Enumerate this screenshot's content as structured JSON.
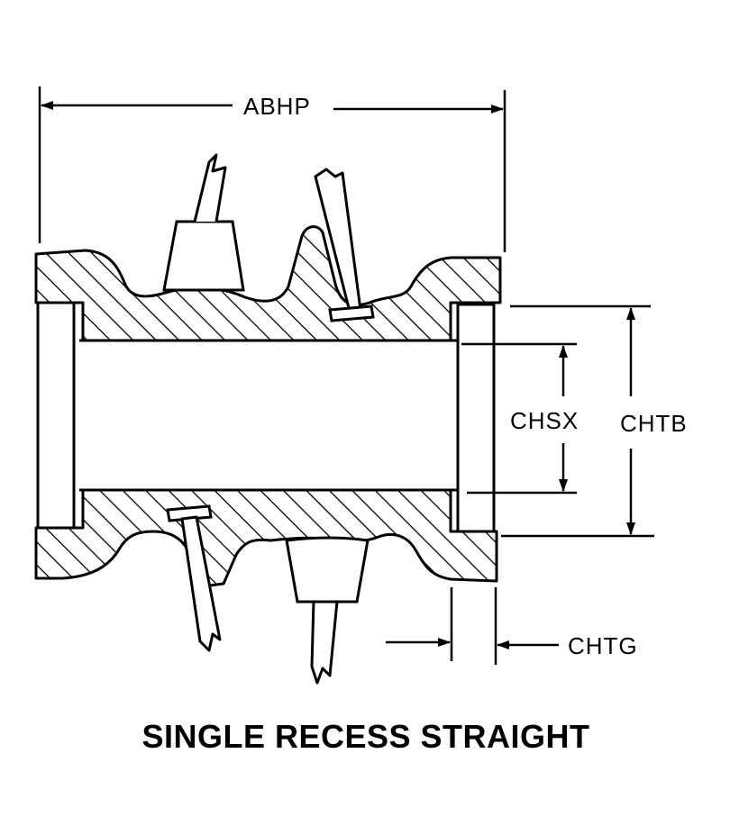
{
  "diagram": {
    "labels": {
      "abhp": "ABHP",
      "chsx": "CHSX",
      "chtb": "CHTB",
      "chtg": "CHTG"
    },
    "caption": "SINGLE RECESS STRAIGHT",
    "colors": {
      "ink": "#000000",
      "paper": "#ffffff"
    }
  }
}
